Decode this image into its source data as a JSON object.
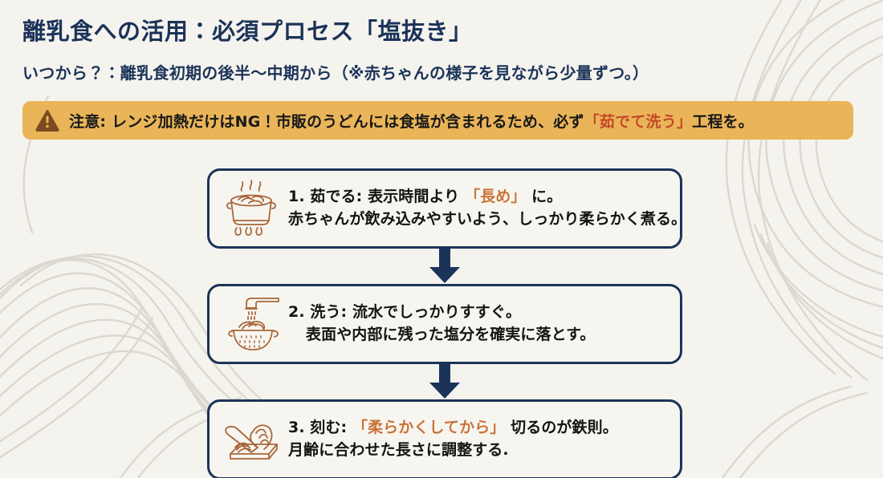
{
  "header": {
    "title": "離乳食への活用：必須プロセス「塩抜き」",
    "subtitle": "いつから？：離乳食初期の後半〜中期から（※赤ちゃんの様子を見ながら少量ずつ。）"
  },
  "warning": {
    "icon": "warning-triangle-icon",
    "prefix": "注意: レンジ加熱だけはNG！市販のうどんには食塩が含まれるため、必ず",
    "highlight": "「茹でて洗う」",
    "suffix": "工程を。",
    "background_color": "#eab559",
    "highlight_color": "#c4482a"
  },
  "steps": [
    {
      "icon": "pot-boiling-noodles-icon",
      "line1_pre": "1. 茹でる: 表示時間より ",
      "line1_highlight": "「長め」",
      "line1_post": " に。",
      "line2": "赤ちゃんが飲み込みやすいよう、しっかり柔らかく煮る。",
      "line2_indent": false
    },
    {
      "icon": "faucet-colander-rinse-icon",
      "line1_pre": "2. 洗う: 流水でしっかりすすぐ。",
      "line1_highlight": "",
      "line1_post": "",
      "line2": "表面や内部に残った塩分を確実に落とす。",
      "line2_indent": true
    },
    {
      "icon": "knife-cutting-board-icon",
      "line1_pre": "3. 刻む: ",
      "line1_highlight": "「柔らかくしてから」",
      "line1_post": " 切るのが鉄則。",
      "line2": "月齢に合わせた長さに調整する.",
      "line2_indent": false
    }
  ],
  "connectors": [
    {
      "icon": "down-arrow-icon"
    },
    {
      "icon": "down-arrow-icon"
    }
  ],
  "theme": {
    "page_background": "#f5f3ee",
    "navy": "#1b3359",
    "icon_brown": "#a8673a",
    "decor_line": "#dddacf"
  }
}
